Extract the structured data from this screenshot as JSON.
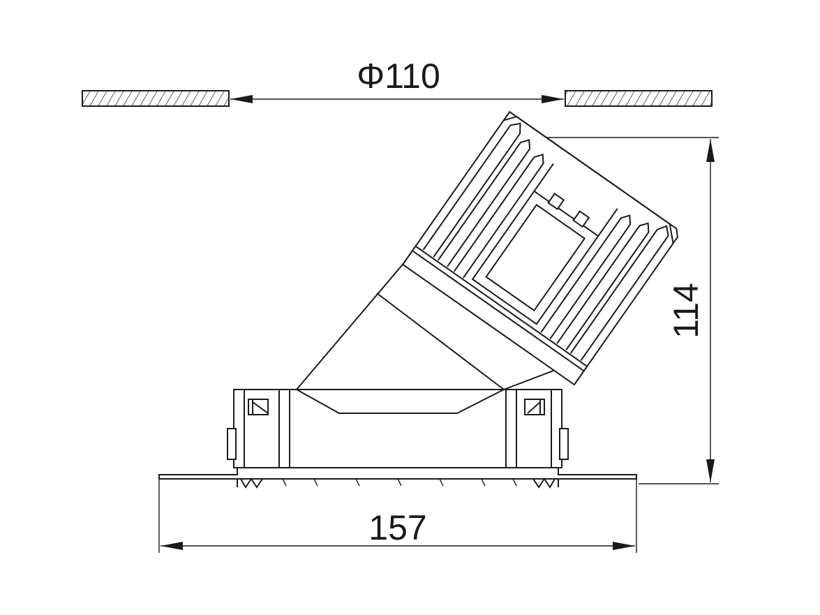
{
  "dimensions": {
    "cutout_diameter": "Φ110",
    "height": "114",
    "width": "157"
  }
}
